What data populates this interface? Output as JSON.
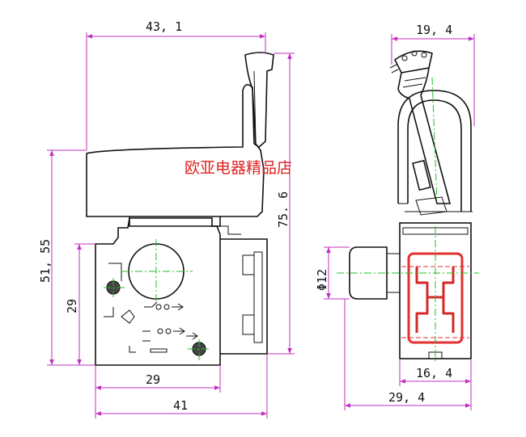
{
  "watermark": "欧亚电器精品店",
  "dimensions": {
    "front_total_width": "43, 1",
    "front_body_height": "51, 55",
    "front_lower_height": "29",
    "front_total_height": "75. 6",
    "front_base_width": "29",
    "front_base_total": "41",
    "side_top_width": "19, 4",
    "side_knob_diameter": "Φ12",
    "side_body_width": "16, 4",
    "side_total_width": "29, 4"
  },
  "colors": {
    "dimension_lines": "#c22fc2",
    "center_lines": "#22c022",
    "watermark": "#e02020",
    "outline": "#111111"
  }
}
